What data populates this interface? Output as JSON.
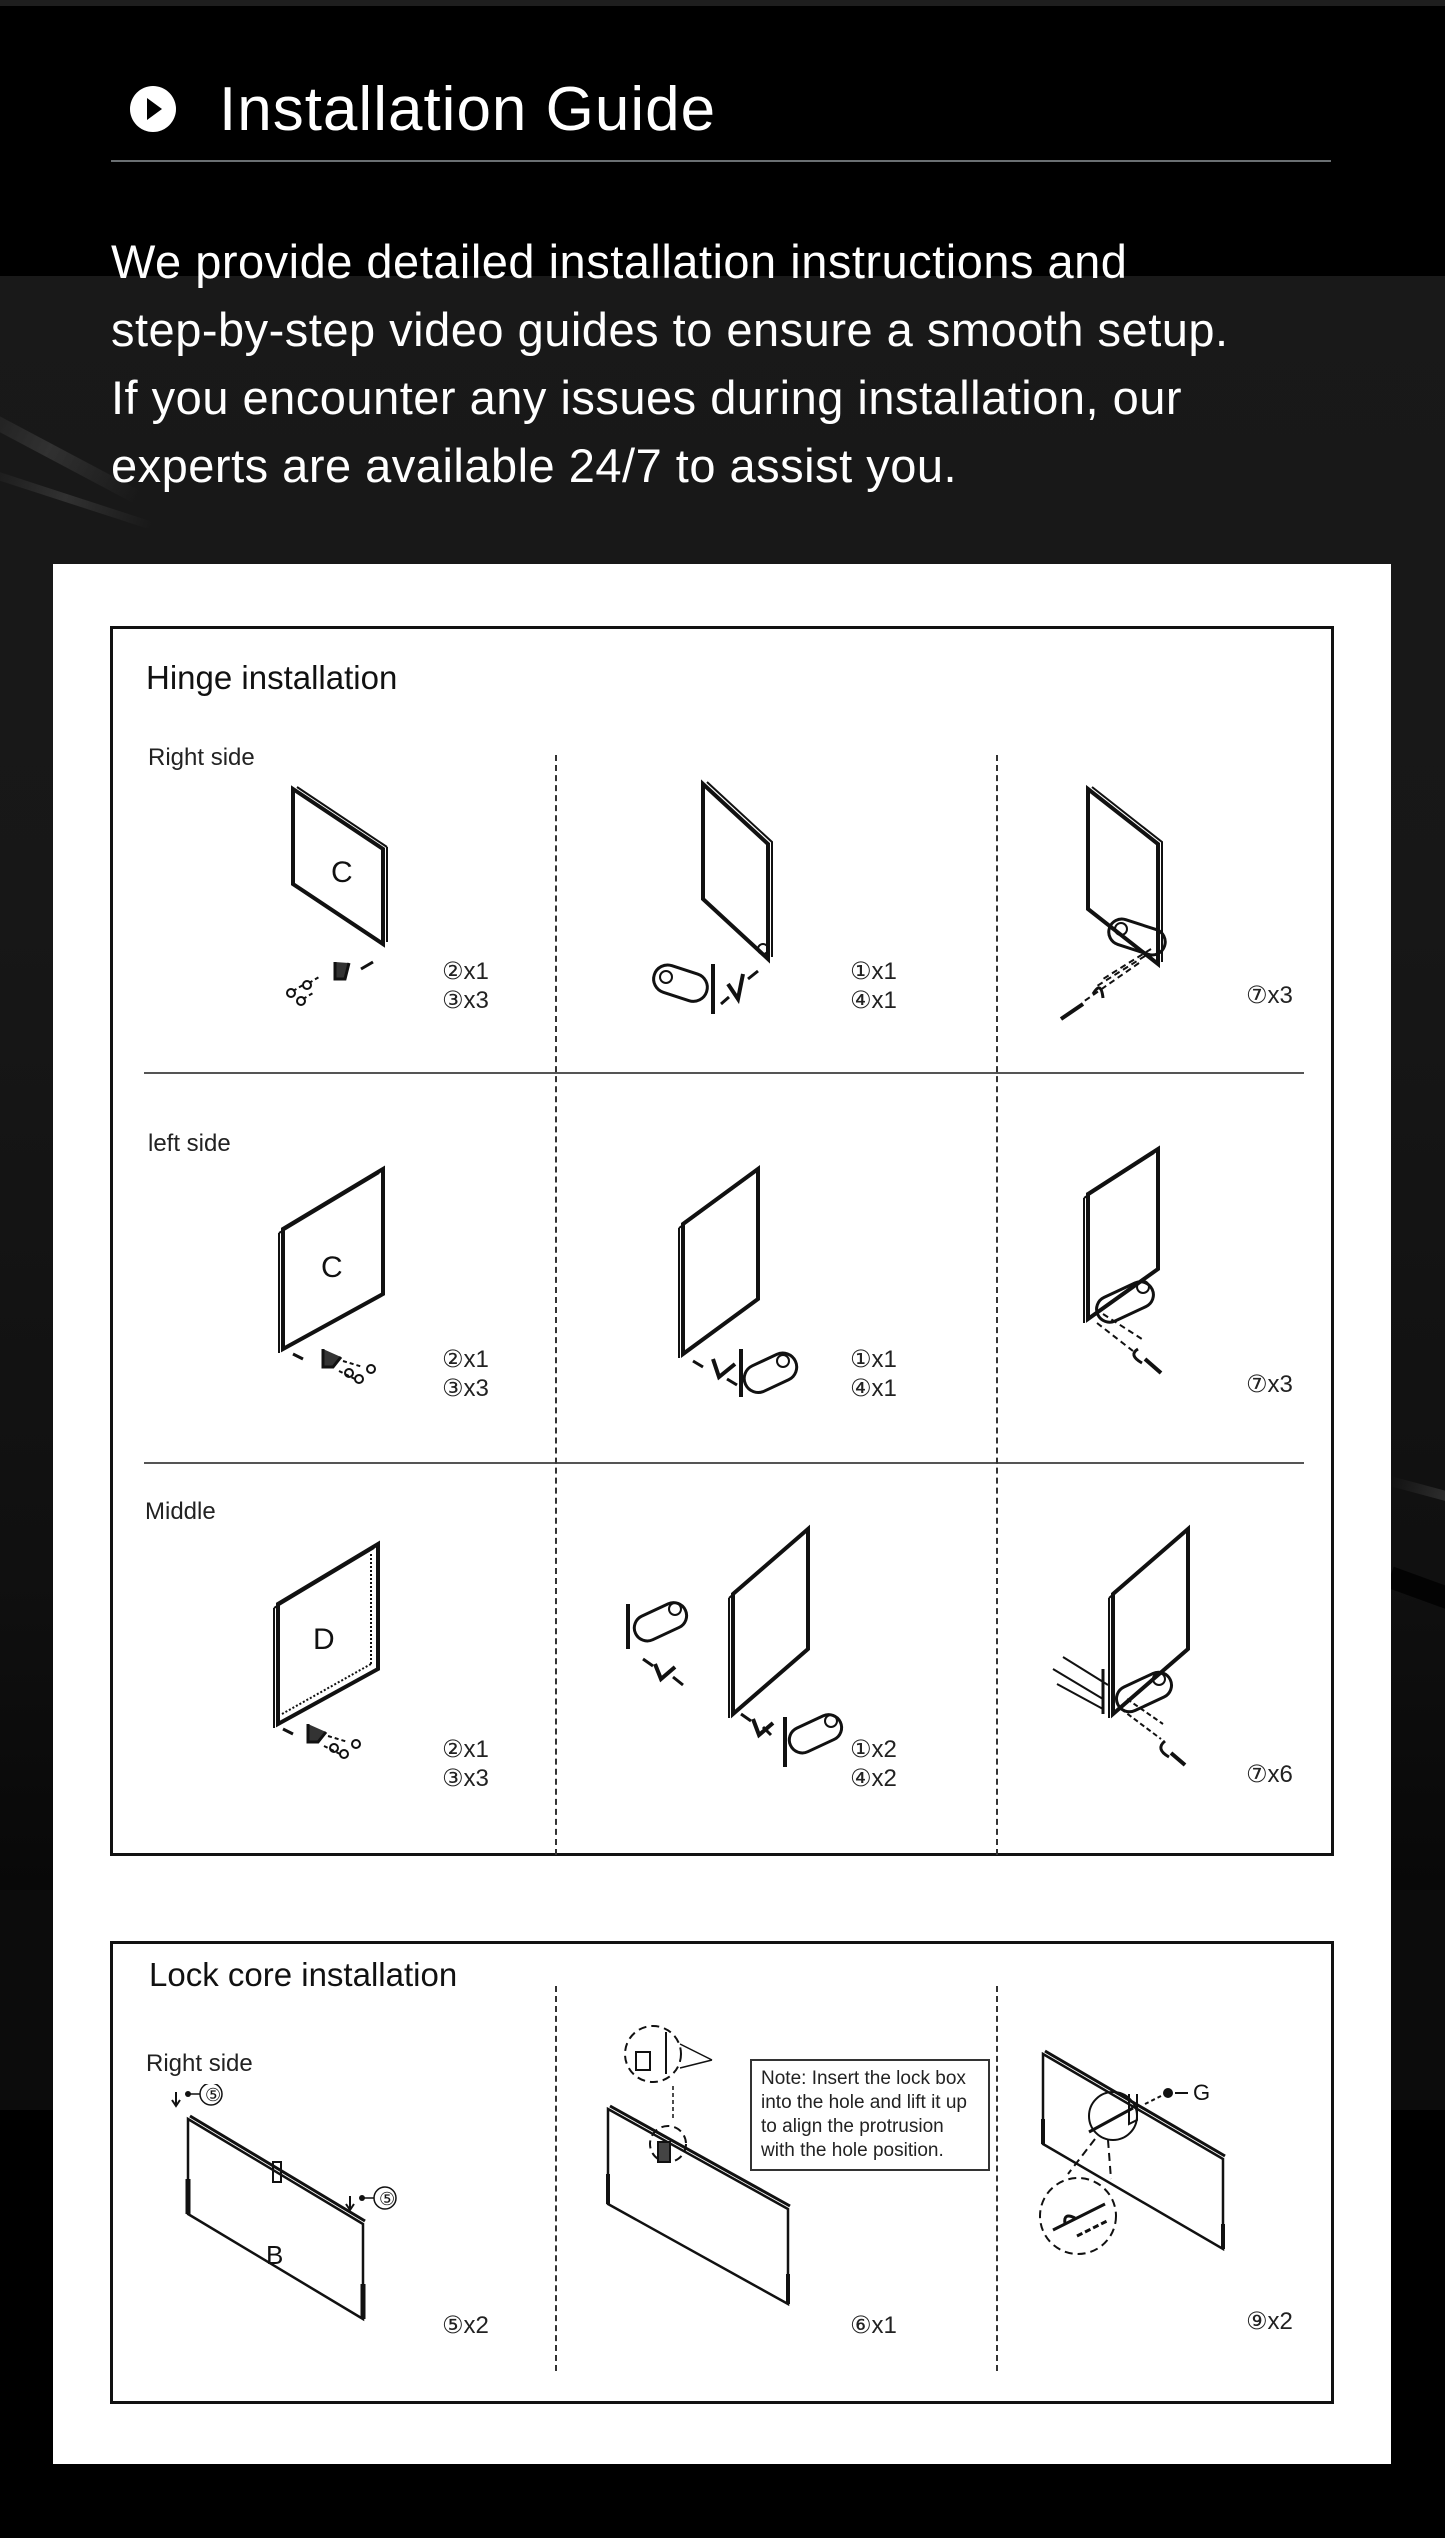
{
  "header": {
    "icon": "play-circle-icon",
    "title": "Installation Guide"
  },
  "intro": {
    "lines": [
      "We provide detailed installation instructions and",
      "step-by-step video guides to ensure a smooth setup.",
      "If you encounter any issues during installation, our",
      "experts are available 24/7 to assist you."
    ]
  },
  "hinge": {
    "title": "Hinge installation",
    "rows": [
      {
        "label": "Right side",
        "steps": [
          {
            "panel_letter": "C",
            "qty": [
              "②x1",
              "③x3"
            ]
          },
          {
            "panel_letter": "",
            "qty": [
              "①x1",
              "④x1"
            ]
          },
          {
            "panel_letter": "",
            "qty": [
              "⑦x3"
            ]
          }
        ]
      },
      {
        "label": "left side",
        "steps": [
          {
            "panel_letter": "C",
            "qty": [
              "②x1",
              "③x3"
            ]
          },
          {
            "panel_letter": "",
            "qty": [
              "①x1",
              "④x1"
            ]
          },
          {
            "panel_letter": "",
            "qty": [
              "⑦x3"
            ]
          }
        ]
      },
      {
        "label": "Middle",
        "steps": [
          {
            "panel_letter": "D",
            "qty": [
              "②x1",
              "③x3"
            ]
          },
          {
            "panel_letter": "",
            "qty": [
              "①x2",
              "④x2"
            ]
          },
          {
            "panel_letter": "",
            "qty": [
              "⑦x6"
            ]
          }
        ]
      }
    ]
  },
  "lock": {
    "title": "Lock core installation",
    "row_label": "Right side",
    "steps": [
      {
        "panel_letter": "B",
        "callout": "⑤",
        "qty": [
          "⑤x2"
        ]
      },
      {
        "note": "Note: Insert the lock box into the hole and lift it up to align the protrusion with the hole position.",
        "qty": [
          "⑥x1"
        ]
      },
      {
        "callout": "G",
        "qty": [
          "⑨x2"
        ]
      }
    ]
  },
  "colors": {
    "page_bg": "#000000",
    "sheet_bg": "#ffffff",
    "rule": "#6a6f72",
    "ink": "#111111"
  }
}
